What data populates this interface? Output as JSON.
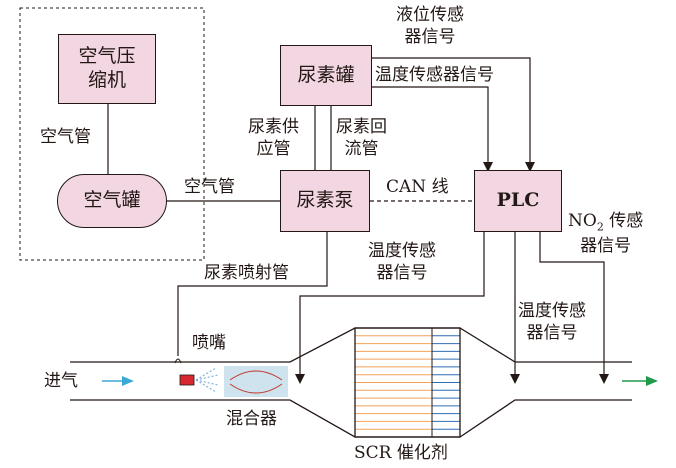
{
  "colors": {
    "box_fill": "#f2d7e3",
    "line": "#231815",
    "mixer_fill": "#cfe3ef",
    "grid_orange": "#f2a35a",
    "grid_blue": "#2f6db3",
    "inlet_arrow": "#3aa9d6",
    "outlet_arrow": "#1f9a4a",
    "nozzle": "#d8282f"
  },
  "nodes": {
    "compressor": "空气压缩机",
    "air_tank": "空气罐",
    "urea_tank": "尿素罐",
    "urea_pump": "尿素泵",
    "plc": "PLC"
  },
  "labels": {
    "air_pipe_vertical": "空气管",
    "air_pipe_horizontal": "空气管",
    "urea_supply_line1": "尿素供",
    "urea_supply_line2": "应管",
    "urea_return_line1": "尿素回",
    "urea_return_line2": "流管",
    "level_sensor_line1": "液位传感",
    "level_sensor_line2": "器信号",
    "temp_sensor_tank": "温度传感器信号",
    "can_line": "CAN 线",
    "injection_pipe": "尿素喷射管",
    "temp_sensor_upstream_line1": "温度传感",
    "temp_sensor_upstream_line2": "器信号",
    "temp_sensor_downstream_line1": "温度传感",
    "temp_sensor_downstream_line2": "器信号",
    "no2_prefix": "NO",
    "no2_sub": "2",
    "no2_suffix": " 传感",
    "no2_line2": "器信号",
    "nozzle": "喷嘴",
    "intake": "进气",
    "mixer": "混合器",
    "scr": "SCR 催化剂"
  }
}
